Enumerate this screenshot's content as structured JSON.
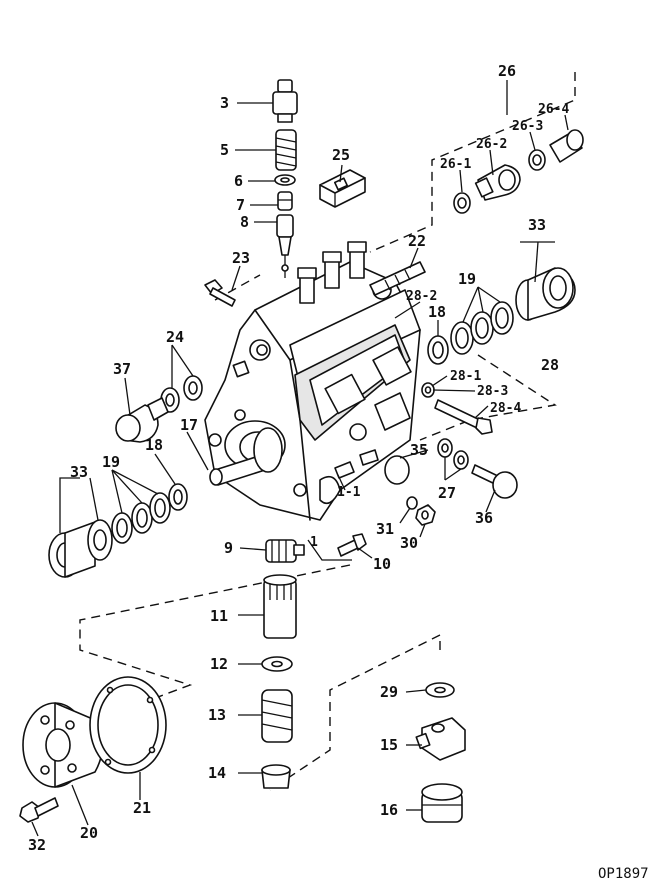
{
  "figure_code": "OP1897",
  "labels": {
    "l3": "3",
    "l5": "5",
    "l6": "6",
    "l7": "7",
    "l8": "8",
    "l25": "25",
    "l23": "23",
    "l22": "22",
    "l26": "26",
    "l26_1": "26-1",
    "l26_2": "26-2",
    "l26_3": "26-3",
    "l26_4": "26-4",
    "l33a": "33",
    "l19a": "19",
    "l18a": "18",
    "l28": "28",
    "l28_1": "28-1",
    "l28_2": "28-2",
    "l28_3": "28-3",
    "l28_4": "28-4",
    "l24": "24",
    "l37": "37",
    "l17": "17",
    "l18b": "18",
    "l19b": "19",
    "l33b": "33",
    "l35": "35",
    "l27": "27",
    "l36": "36",
    "l1_1": "1-1",
    "l1": "1",
    "l31": "31",
    "l30": "30",
    "l9": "9",
    "l10": "10",
    "l11": "11",
    "l12": "12",
    "l13": "13",
    "l14": "14",
    "l29": "29",
    "l15": "15",
    "l16": "16",
    "l20": "20",
    "l21": "21",
    "l32": "32"
  }
}
